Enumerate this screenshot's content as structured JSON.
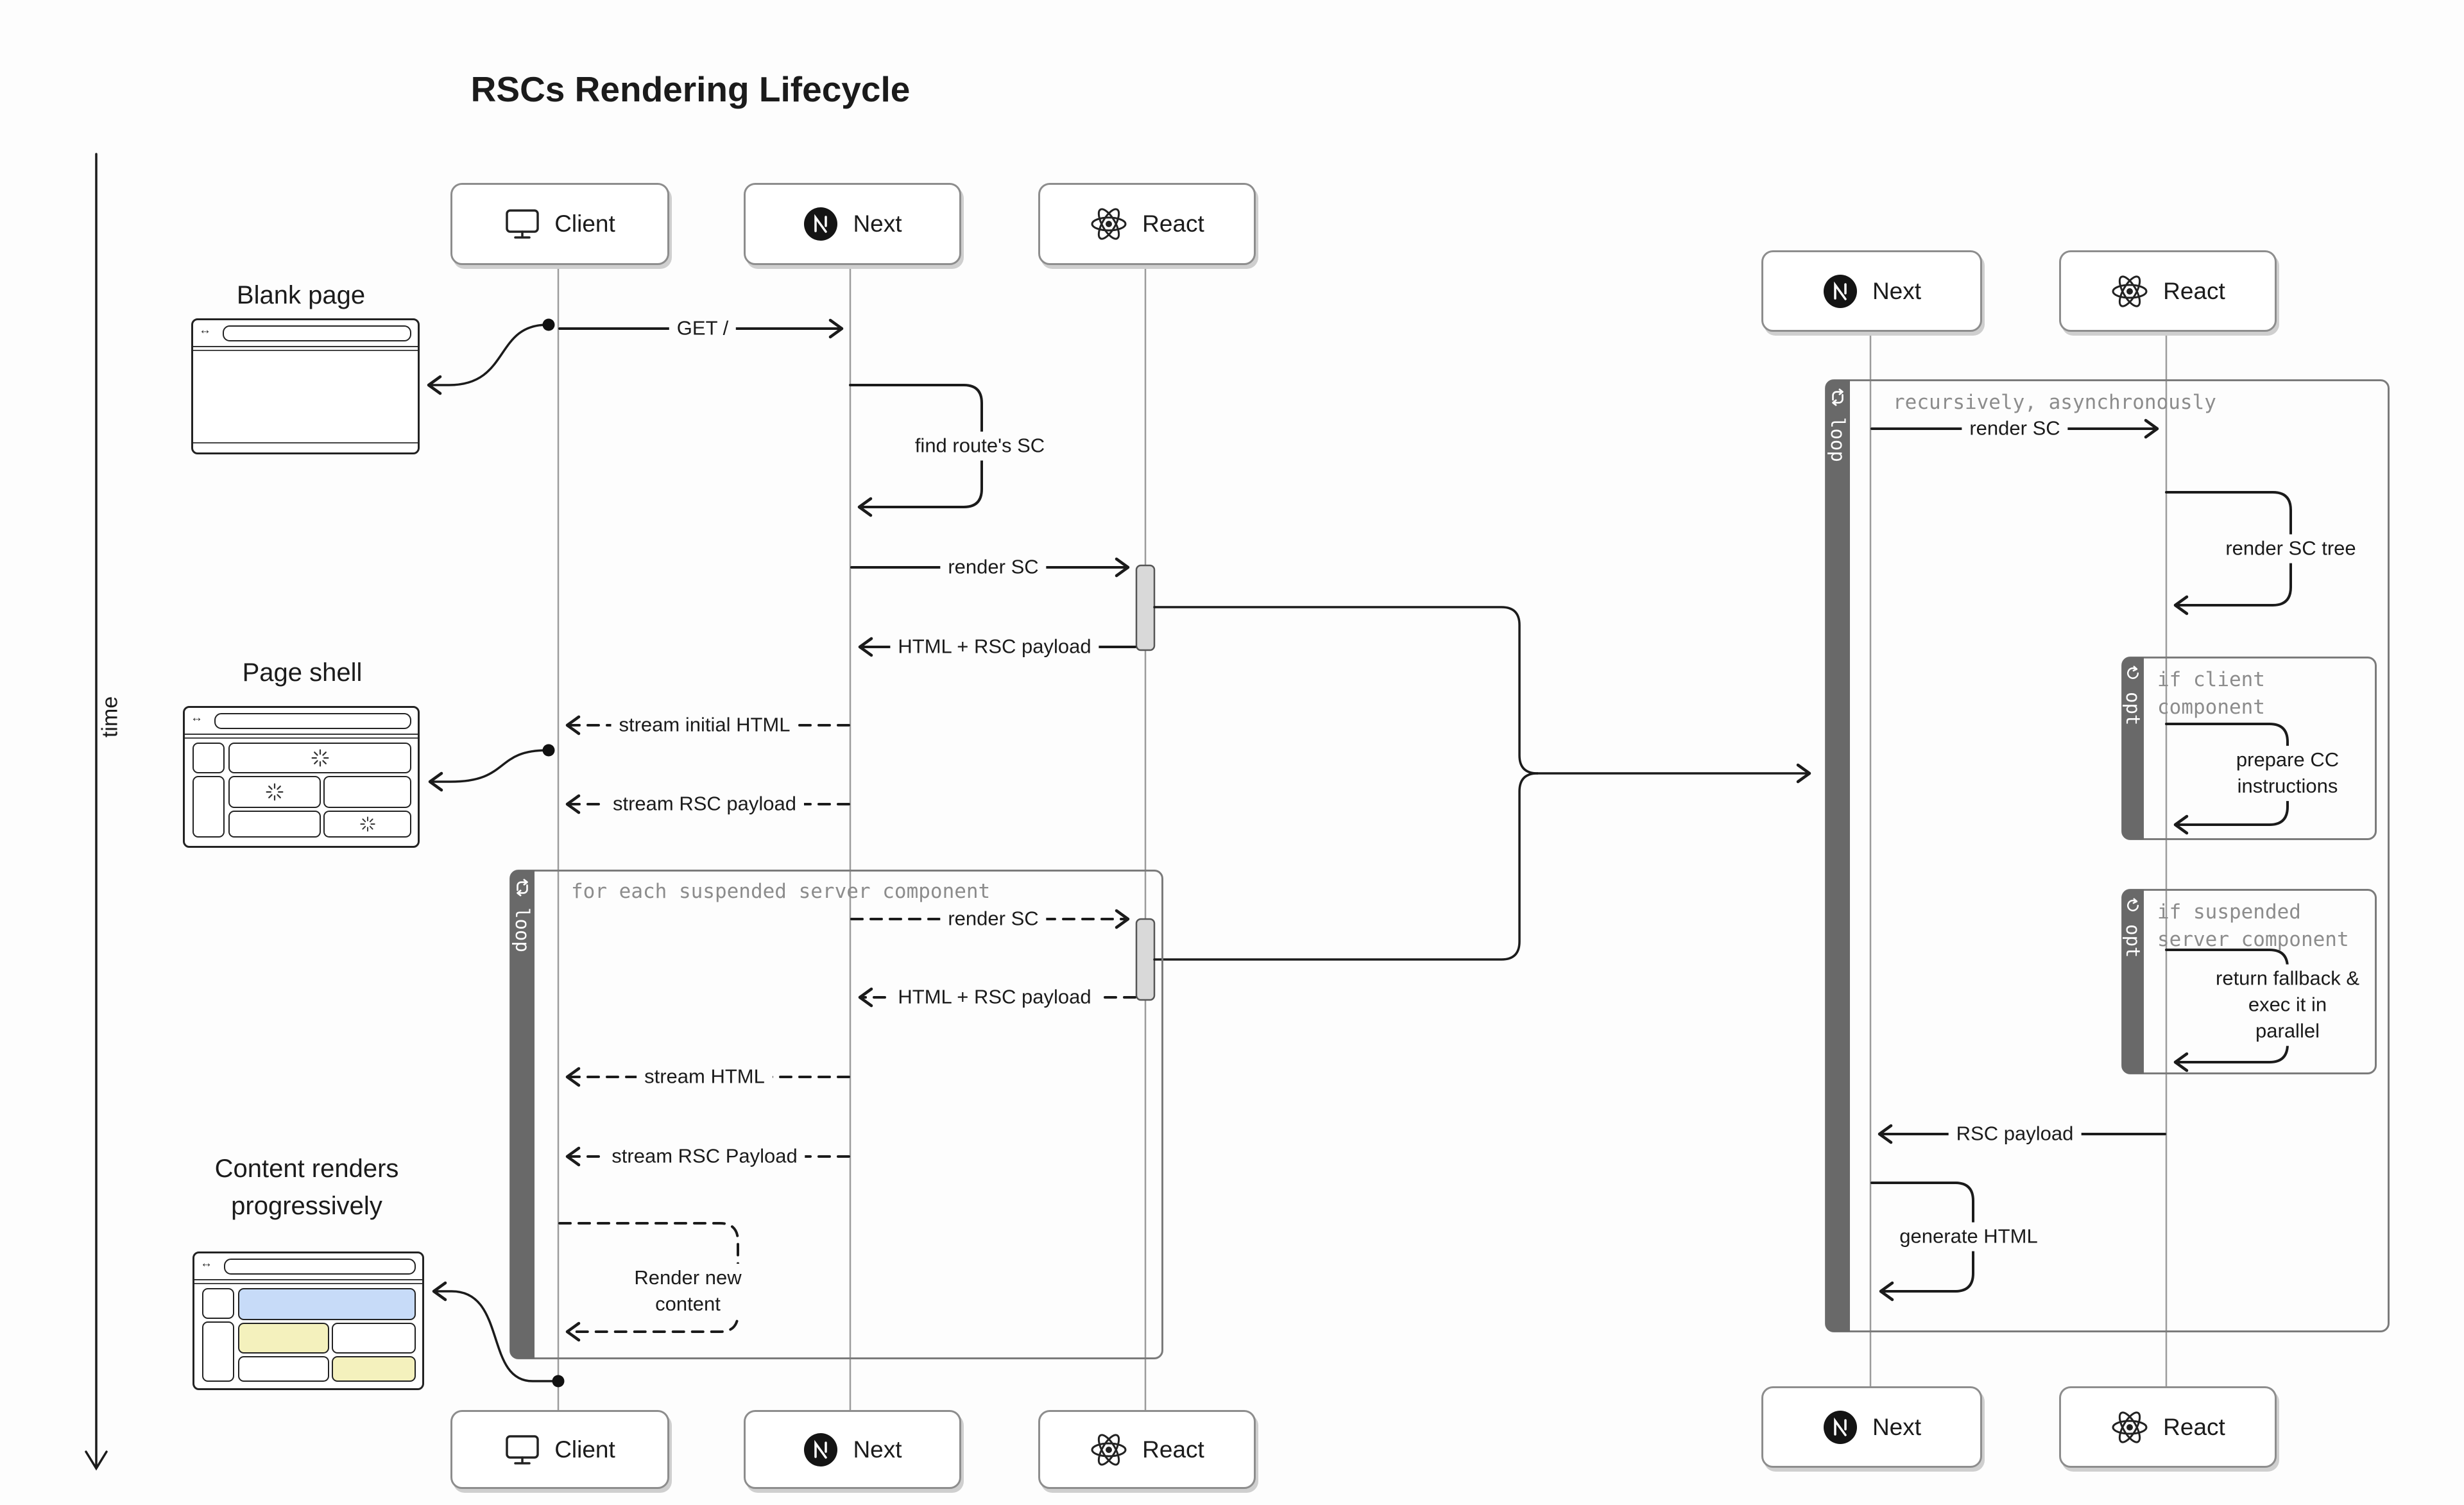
{
  "title": "RSCs Rendering Lifecycle",
  "time_axis": {
    "label": "time"
  },
  "actors": {
    "client": "Client",
    "next": "Next",
    "react": "React"
  },
  "icons": {
    "client": "monitor-icon",
    "next": "nextjs-logo-icon",
    "react": "react-atom-icon",
    "loop": "loop-cycle-icon",
    "opt": "refresh-icon",
    "spinner": "spinner-icon",
    "browser_nav": "back-forward-arrows-icon"
  },
  "annotations": {
    "blank_page": "Blank page",
    "page_shell": "Page shell",
    "content_renders": "Content renders progressively"
  },
  "frames": {
    "left_loop": {
      "badge": "loop",
      "header": "for each suspended server component"
    },
    "right_loop": {
      "badge": "loop",
      "header": "recursively, asynchronously"
    },
    "opt_client": {
      "badge": "opt",
      "header": "if client component"
    },
    "opt_suspended": {
      "badge": "opt",
      "header": "if suspended server component"
    }
  },
  "messages": {
    "get_root": "GET /",
    "find_route_sc": "find route's SC",
    "render_sc": "render SC",
    "html_rsc_payload": "HTML + RSC payload",
    "stream_initial_html": "stream initial HTML",
    "stream_rsc_payload": "stream RSC payload",
    "loop_render_sc": "render SC",
    "loop_html_rsc_payload": "HTML + RSC payload",
    "stream_html": "stream HTML",
    "stream_rsc_payload2": "stream RSC Payload",
    "render_new_content": "Render new content",
    "detail_render_sc": "render SC",
    "render_sc_tree": "render SC tree",
    "prepare_cc": "prepare CC instructions",
    "return_fallback": "return fallback & exec it in parallel",
    "rsc_payload": "RSC payload",
    "generate_html": "generate HTML"
  },
  "colors": {
    "ink": "#1b1b1b",
    "lifeline": "#9c9c9c",
    "frame_border": "#7b7b7b",
    "frame_sidebar": "#696969",
    "header_text": "#8c8c8c",
    "activation_fill": "#d9d9d9",
    "content_blue": "#c7dbf8",
    "content_yellow": "#f4f1bd"
  }
}
